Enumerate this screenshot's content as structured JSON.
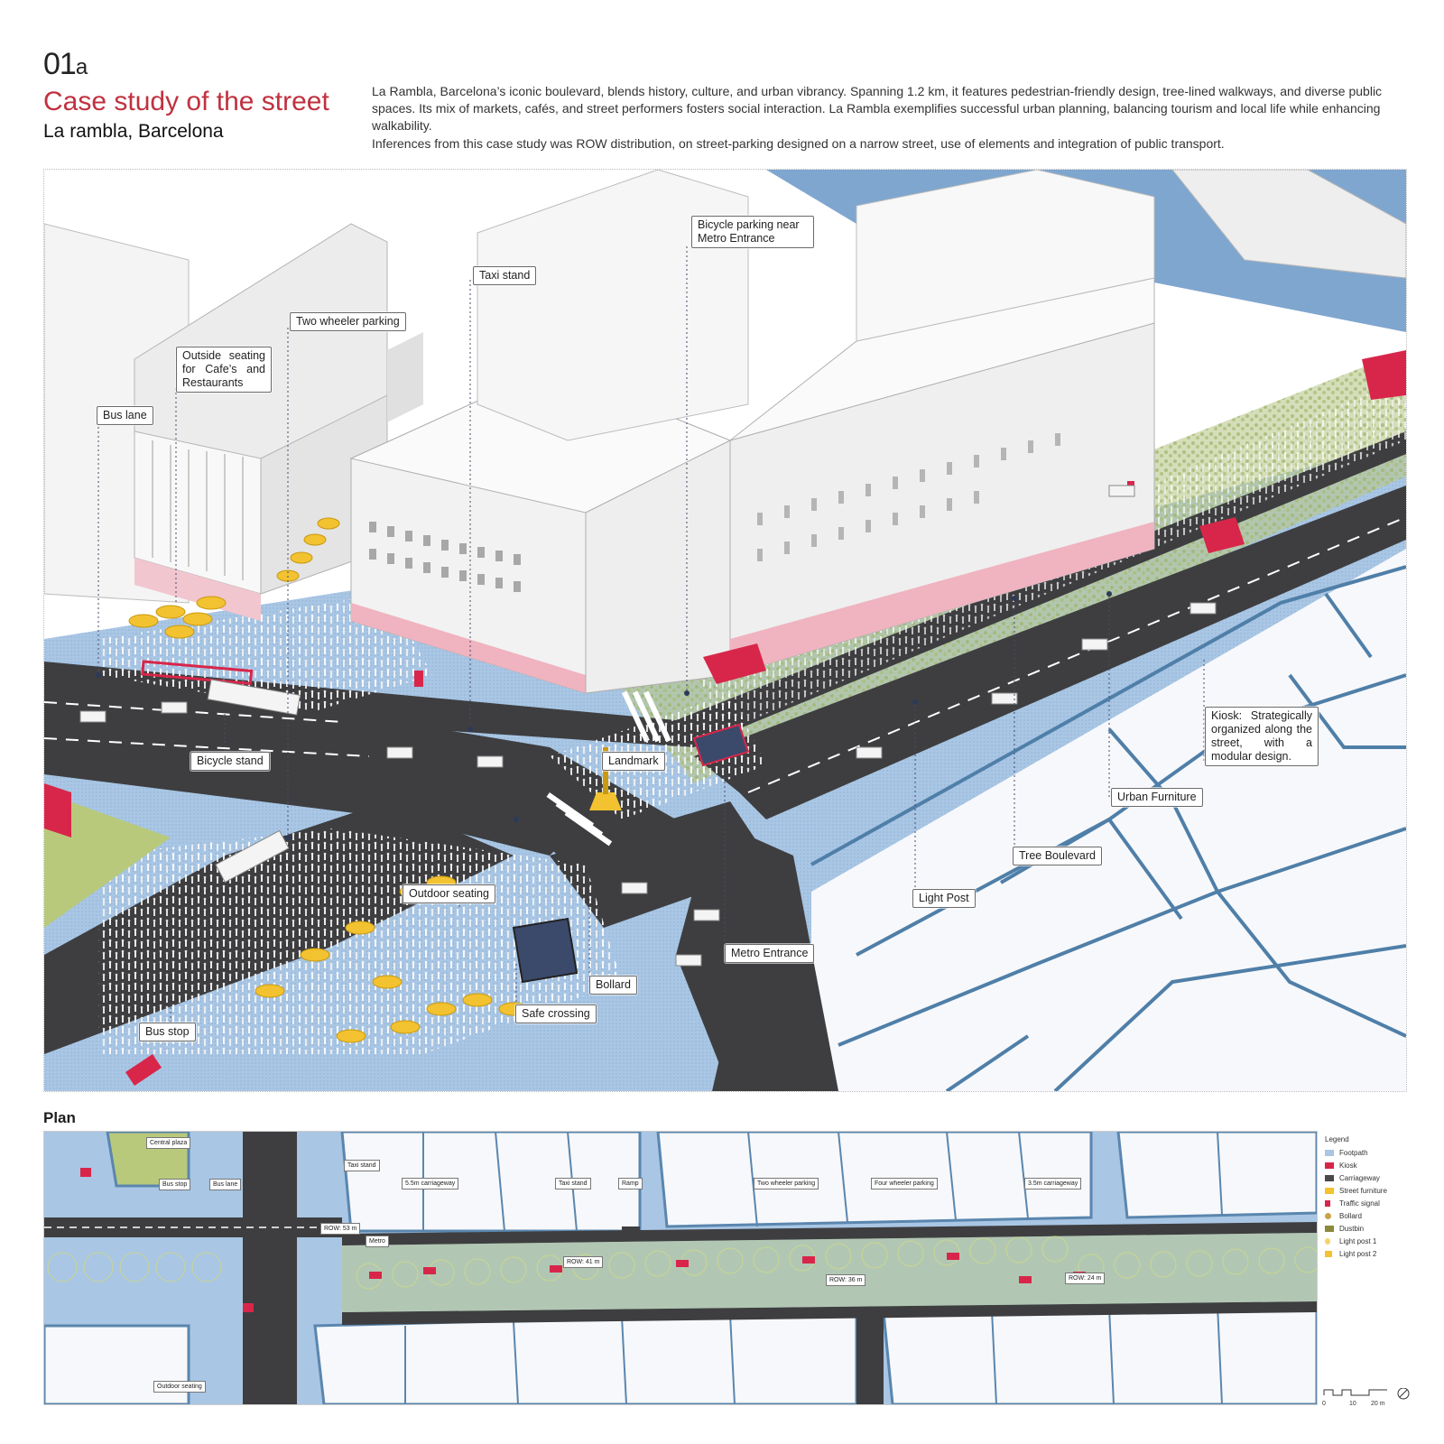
{
  "header": {
    "number": "01",
    "number_suffix": "a",
    "title": "Case study of the street",
    "subtitle": "La rambla, Barcelona",
    "description": "La Rambla, Barcelona’s iconic boulevard, blends history, culture, and urban vibrancy. Spanning 1.2 km, it features pedestrian-friendly design, tree-lined walkways, and diverse public spaces. Its mix of markets, cafés, and street performers fosters social interaction. La Rambla exemplifies successful urban planning, balancing tourism and local life while enhancing walkability.",
    "inference": "Inferences from this case study was ROW distribution, on street-parking designed on a narrow street, use of elements and integration of public transport."
  },
  "axo_labels": {
    "bicycle_parking_metro": "Bicycle parking near Metro Entrance",
    "taxi_stand": "Taxi stand",
    "two_wheeler_parking": "Two wheeler parking",
    "outside_seating": "Outside seating for Cafe’s and Restaurants",
    "bus_lane": "Bus lane",
    "bicycle_stand": "Bicycle stand",
    "landmark": "Landmark",
    "kiosk": "Kiosk: Strategically organized along the street, with a modular design.",
    "urban_furniture": "Urban Furniture",
    "tree_boulevard": "Tree Boulevard",
    "light_post": "Light Post",
    "outdoor_seating": "Outdoor seating",
    "metro_entrance": "Metro Entrance",
    "bollard": "Bollard",
    "safe_crossing": "Safe crossing",
    "bus_stop": "Bus stop"
  },
  "plan": {
    "label": "Plan",
    "labels": {
      "central_plaza": "Central plaza",
      "bus_stop": "Bus stop",
      "bus_lane": "Bus lane",
      "taxi_stand_1": "Taxi stand",
      "carriageway_55": "5.5m carriageway",
      "taxi_stand_2": "Taxi stand",
      "ramp": "Ramp",
      "two_wheeler": "Two wheeler parking",
      "four_wheeler": "Four wheeler parking",
      "carriageway_35": "3.5m carriageway",
      "row_53": "ROW: 53 m",
      "metro": "Metro",
      "row_41": "ROW: 41 m",
      "row_36": "ROW: 36 m",
      "row_24": "ROW: 24 m",
      "outdoor_seating": "Outdoor seating"
    },
    "legend_title": "Legend",
    "legend": [
      {
        "label": "Footpath",
        "color": "#a9c6e4"
      },
      {
        "label": "Kiosk",
        "color": "#d8264a"
      },
      {
        "label": "Carriageway",
        "color": "#4a4a4a"
      },
      {
        "label": "Street furniture",
        "color": "#f2c230"
      },
      {
        "label": "Traffic signal",
        "color": "#d8264a"
      },
      {
        "label": "Bollard",
        "color": "#c9a24a"
      },
      {
        "label": "Dustbin",
        "color": "#8a8a3a"
      },
      {
        "label": "Light post 1",
        "color": "#f5d46a"
      },
      {
        "label": "Light post 2",
        "color": "#f2c230"
      }
    ],
    "scale": {
      "zero": "0",
      "mid": "10",
      "end": "20 m"
    }
  },
  "colors": {
    "accent": "#c0313f",
    "footpath": "#a9c6e4",
    "road": "#3e3e40",
    "building": "#f4f4f4",
    "kiosk": "#d8264a",
    "tree": "#b9c88a",
    "umbrella": "#f2c230",
    "water": "#7fa6cf"
  }
}
